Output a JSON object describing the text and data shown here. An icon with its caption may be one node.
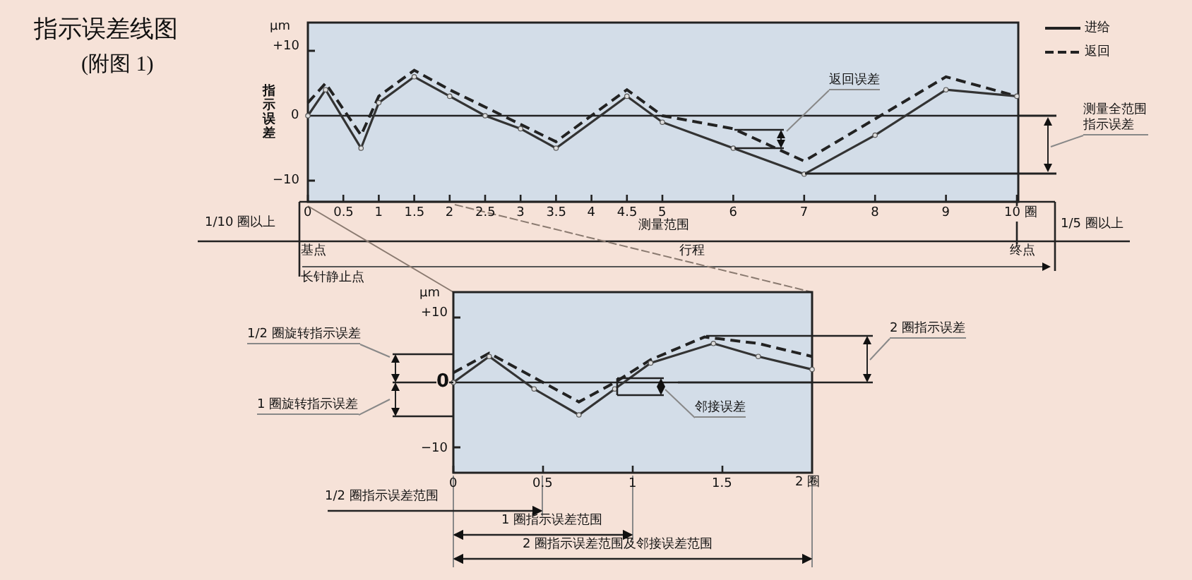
{
  "diagram": {
    "title": "指示误差线图",
    "caption": "(附图 1)",
    "nodes": [
      {
        "text": [
          "返回误差"
        ]
      },
      {
        "text": [
          "测量全范围指示误差"
        ]
      },
      {
        "text": [
          "1/2 圈旋转指示误差"
        ]
      },
      {
        "text": [
          "1 圈旋转指示误差"
        ]
      },
      {
        "text": [
          "2 圈指示误差"
        ]
      },
      {
        "text": [
          "邻接误差"
        ]
      }
    ],
    "edges": [
      {
        "from": 0,
        "to": null,
        "arrow": "none"
      },
      {
        "from": 1,
        "to": null,
        "arrow": "none"
      },
      {
        "from": 2,
        "to": null,
        "arrow": "none"
      },
      {
        "from": 3,
        "to": null,
        "arrow": "none"
      },
      {
        "from": 4,
        "to": null,
        "arrow": "none"
      },
      {
        "from": 5,
        "to": null,
        "arrow": "none"
      }
    ],
    "labels": [
      "μm",
      "+10",
      "0",
      "−10",
      "指示误差",
      "0",
      "0.5",
      "1",
      "1.5",
      "2",
      "2.5",
      "3",
      "3.5",
      "4",
      "4.5",
      "5",
      "6",
      "7",
      "8",
      "9",
      "10 圈",
      "1/10 圈以上",
      "测量范围",
      "1/5 圈以上",
      "基点",
      "行程",
      "终点",
      "长针静止点",
      "μm",
      "+10",
      "0",
      "−10",
      "0",
      "0.5",
      "1",
      "1.5",
      "2 圈",
      "1/2 圈指示误差范围",
      "1 圈指示误差范围",
      "2 圈指示误差范围及邻接误差范围"
    ],
    "legend": [
      {
        "text": "进给"
      },
      {
        "text": "返回"
      }
    ]
  }
}
